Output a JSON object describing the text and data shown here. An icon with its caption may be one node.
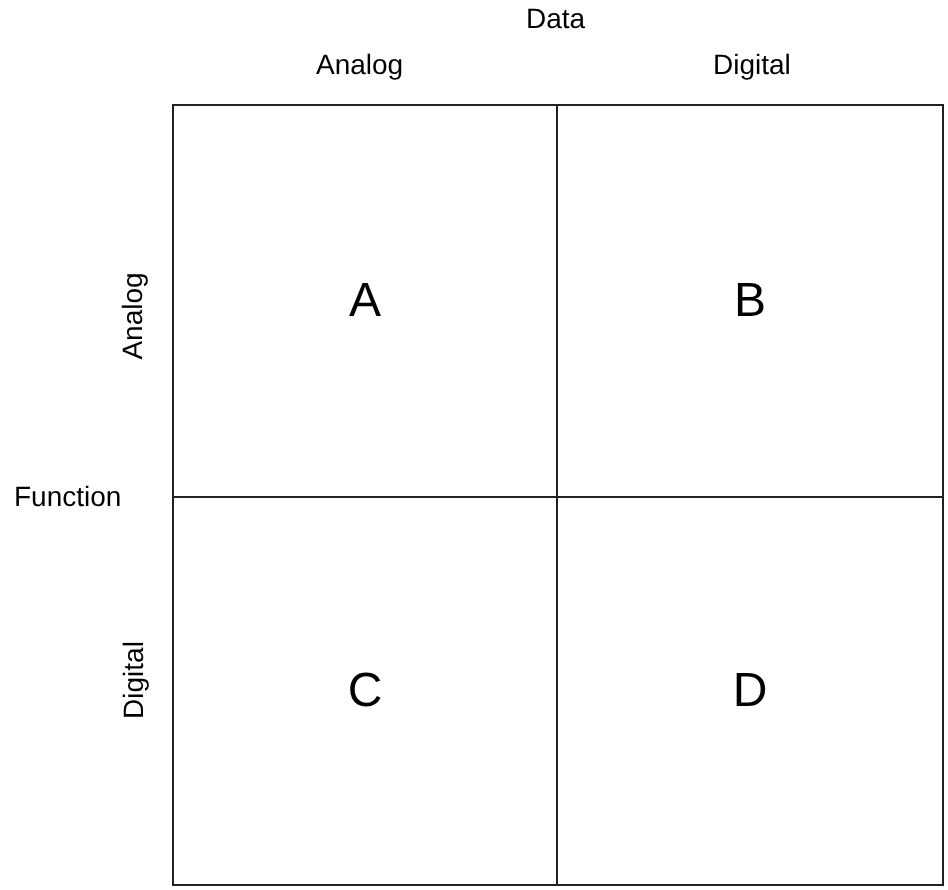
{
  "diagram": {
    "nodes": [
      {
        "text": [
          "A"
        ]
      },
      {
        "text": [
          "B"
        ]
      },
      {
        "text": [
          "C"
        ]
      },
      {
        "text": [
          "D"
        ]
      }
    ],
    "labels": [
      "Data",
      "Analog",
      "Digital",
      "Analog",
      "Function",
      "Digital"
    ]
  }
}
